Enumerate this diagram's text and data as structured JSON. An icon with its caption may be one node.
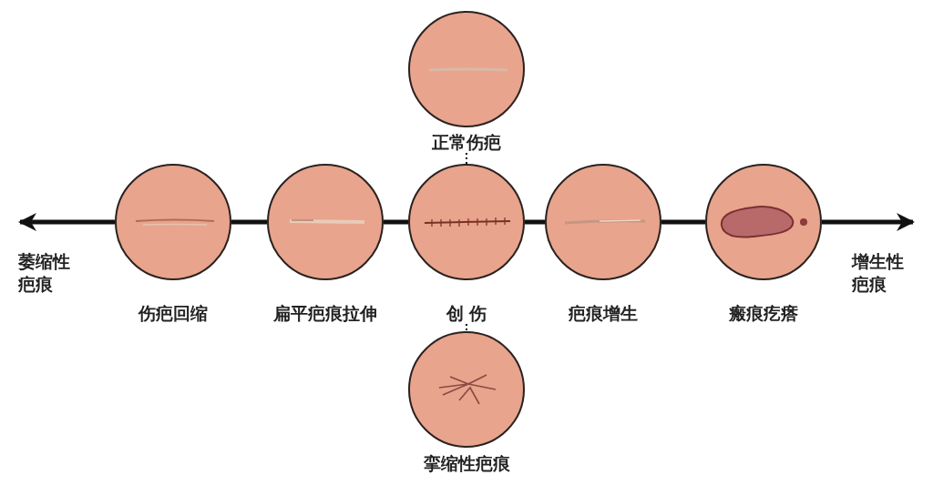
{
  "diagram": {
    "nodes": [
      {
        "text": [
          "正常伤疤"
        ]
      },
      {
        "text": [
          "伤疤回缩"
        ]
      },
      {
        "text": [
          "扁平疤痕拉伸"
        ]
      },
      {
        "text": [
          "创 伤"
        ]
      },
      {
        "text": [
          "疤痕增生"
        ]
      },
      {
        "text": [
          "瘢痕疙瘩"
        ]
      },
      {
        "text": [
          "挛缩性疤痕"
        ]
      }
    ],
    "edges": [
      {
        "from": 0,
        "to": 3,
        "arrow": "none",
        "style": "dashed"
      },
      {
        "from": 1,
        "to": null,
        "arrow": "to"
      },
      {
        "from": 1,
        "to": 2,
        "arrow": "none"
      },
      {
        "from": 2,
        "to": 3,
        "arrow": "none"
      },
      {
        "from": 3,
        "to": 4,
        "arrow": "none"
      },
      {
        "from": 4,
        "to": 5,
        "arrow": "none"
      },
      {
        "from": 5,
        "to": null,
        "arrow": "to"
      },
      {
        "from": 3,
        "to": 6,
        "arrow": "none",
        "style": "dashed"
      }
    ],
    "labels": [
      "萎缩性疤痕",
      "增生性疤痕"
    ]
  }
}
